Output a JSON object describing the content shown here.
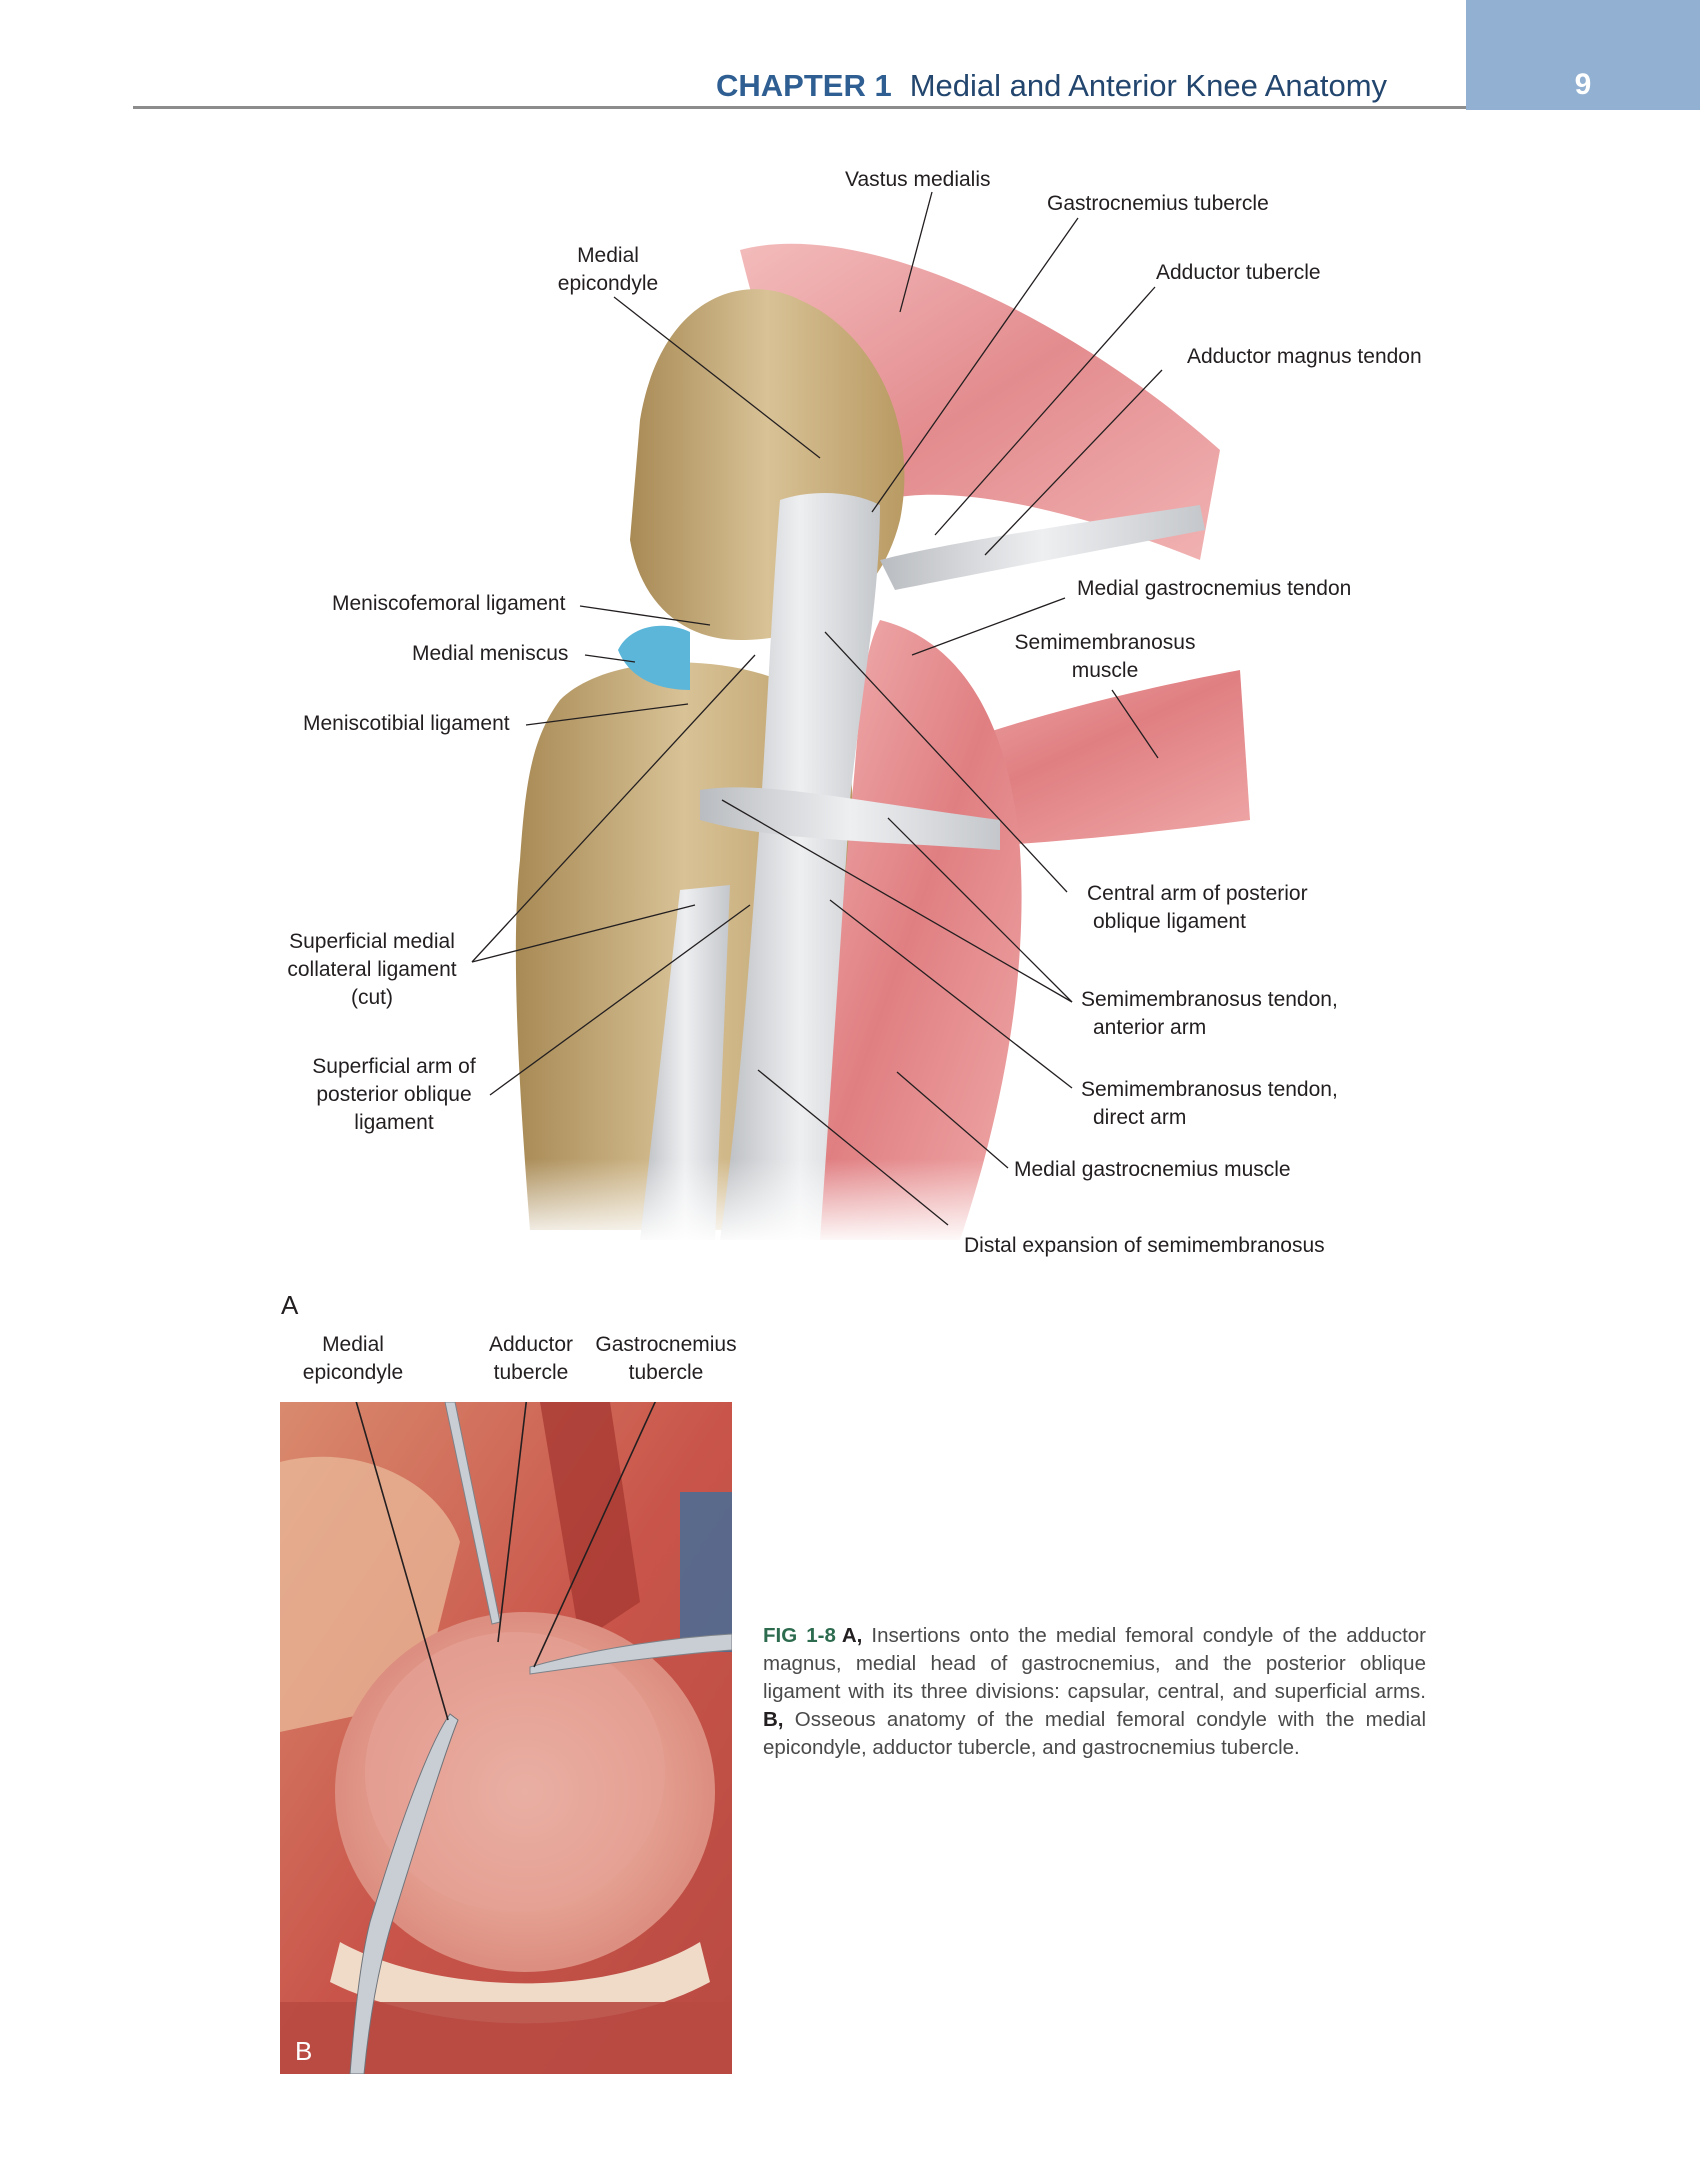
{
  "header": {
    "chapter": "CHAPTER 1",
    "title": "Medial and Anterior Knee Anatomy",
    "page_number": "9"
  },
  "figure_a": {
    "panel_letter": "A",
    "labels": {
      "vastus_medialis": "Vastus medialis",
      "gastrocnemius_tubercle": "Gastrocnemius tubercle",
      "medial_epicondyle": [
        "Medial",
        "epicondyle"
      ],
      "adductor_tubercle": "Adductor tubercle",
      "adductor_magnus_tendon": "Adductor magnus tendon",
      "meniscofemoral_ligament": "Meniscofemoral ligament",
      "medial_gastrocnemius_tendon": "Medial gastrocnemius tendon",
      "medial_meniscus": "Medial meniscus",
      "semimembranosus_muscle": [
        "Semimembranosus",
        "muscle"
      ],
      "meniscotibial_ligament": "Meniscotibial ligament",
      "central_arm_pol": [
        "Central arm of posterior",
        "oblique ligament"
      ],
      "superficial_mcl": [
        "Superficial medial",
        "collateral ligament",
        "(cut)"
      ],
      "semimembranosus_anterior_arm": [
        "Semimembranosus tendon,",
        "anterior arm"
      ],
      "superficial_arm_pol": [
        "Superficial arm of",
        "posterior oblique",
        "ligament"
      ],
      "semimembranosus_direct_arm": [
        "Semimembranosus tendon,",
        "direct arm"
      ],
      "medial_gastrocnemius_muscle": "Medial gastrocnemius muscle",
      "distal_expansion": "Distal expansion of semimembranosus"
    }
  },
  "figure_b": {
    "panel_letter": "B",
    "labels": {
      "medial_epicondyle": [
        "Medial",
        "epicondyle"
      ],
      "adductor_tubercle": [
        "Adductor",
        "tubercle"
      ],
      "gastrocnemius_tubercle": [
        "Gastrocnemius",
        "tubercle"
      ]
    }
  },
  "caption": {
    "fig_label": "FIG 1-8",
    "a_marker": "A,",
    "a_text": " Insertions onto the medial femoral condyle of the adductor magnus, medial head of gastrocnemius, and the posterior oblique ligament with its three divisions: capsular, central, and superficial arms. ",
    "b_marker": "B,",
    "b_text": " Osseous anatomy of the medial femoral condyle with the medial epicondyle, adductor tubercle, and gastrocnemius tubercle."
  },
  "colors": {
    "header_tab": "#92b0d2",
    "chapter_text": "#2f5f92",
    "fig_label": "#2c6b4e",
    "muscle": "#e8868a",
    "bone": "#c9b084",
    "ligament": "#d9dcdf",
    "meniscus": "#5bb6da"
  }
}
